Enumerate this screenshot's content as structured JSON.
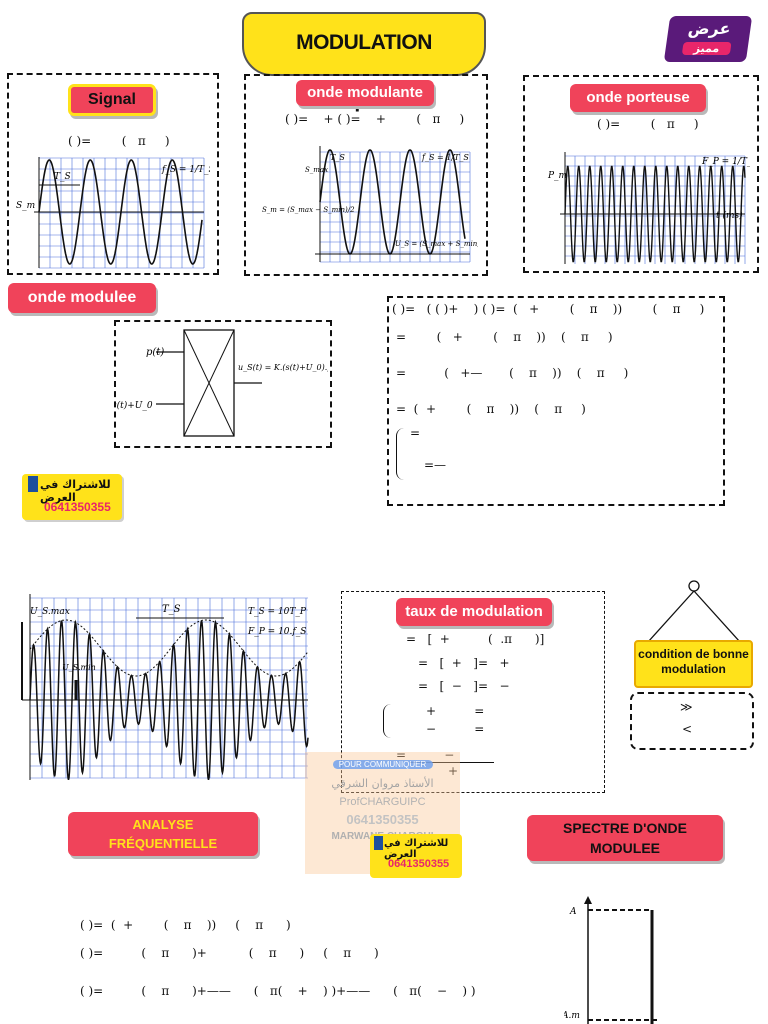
{
  "header": {
    "title": "MODULATION d'amplitude",
    "offer_badge_line1": "عرض",
    "offer_badge_line2": "مميز"
  },
  "sections": {
    "signal": {
      "label": "Signal",
      "equation": "( )=        (   π     )",
      "graph_fs": "f_S = 1/T_S",
      "graph_ts": "T_S",
      "graph_sm": "S_m"
    },
    "modulante": {
      "label": "onde modulante",
      "equation": "( )=    + ( )=    +        (   π     )",
      "graph_fs": "f_S = 1/T_S",
      "graph_ts": "T_S",
      "graph_smax": "S_max",
      "graph_sm": "S_m = (S_max − S_min)/2",
      "graph_us": "U_S = (S_max + S_min)/2"
    },
    "porteuse": {
      "label": "onde porteuse",
      "equation": "( )=        (   π     )",
      "graph_fp": "F_P = 1/T_P",
      "graph_pm": "P_m",
      "graph_t": "t (ms)"
    },
    "modulee": {
      "label": "onde modulee",
      "block_p": "p(t)",
      "block_s": "s(t)+U_0",
      "block_out": "u_S(t) = K.(s(t)+U_0).p(t)"
    },
    "derivation": {
      "lines": [
        "( )=   ( ( )+    ) ( )=  (   +        (    π    ))        (    π     )",
        "=        (   +        (    π    ))    (    π     )",
        "=          (   +—       (    π    ))    (    π     )",
        "=  (  +        (    π    ))    (    π     )",
        "=",
        "=—"
      ]
    },
    "graph_modulated": {
      "ts": "T_S",
      "ts_rel": "T_S = 10T_P",
      "fp_rel": "F_P = 10.f_S",
      "us_max": "U_S.max",
      "us_min": "U_S.min"
    },
    "taux": {
      "label": "taux de  modulation",
      "lines": [
        "=   [  +          (  .π      )]",
        "=   [  +   ]=   +",
        "=   [  −   ]=   −",
        "+          =",
        "−          =",
        "=          −",
        "+"
      ]
    },
    "condition": {
      "label": "condition de bonne modulation",
      "lines": [
        "≫",
        "<"
      ]
    },
    "analyse": {
      "label_line1": "ANALYSE",
      "label_line2": "FRÉQUENTIELLE",
      "lines": [
        "( )=  (  +        (    π    ))     (    π      )",
        "( )=          (    π      )+           (    π      )     (    π      )",
        "( )=          (    π      )+——      (   π(    +    ) )+——      (   π(    −    ) )"
      ]
    },
    "spectre": {
      "label_line1": "SPECTRE D'ONDE",
      "label_line2": "MODULEE",
      "axis_a": "A",
      "axis_am": "A.m"
    },
    "ads": {
      "subscribe_line1": "للاشتراك في العرض",
      "subscribe_phone": "0641350355",
      "watermark_line1": "POUR COMMUNIQUER",
      "watermark_name_ar": "الأستاذ مروان الشرقي",
      "watermark_handle": "ProfCHARGUIPC",
      "watermark_phone": "0641350355",
      "watermark_name": "MARWANE CHARGUI"
    }
  }
}
